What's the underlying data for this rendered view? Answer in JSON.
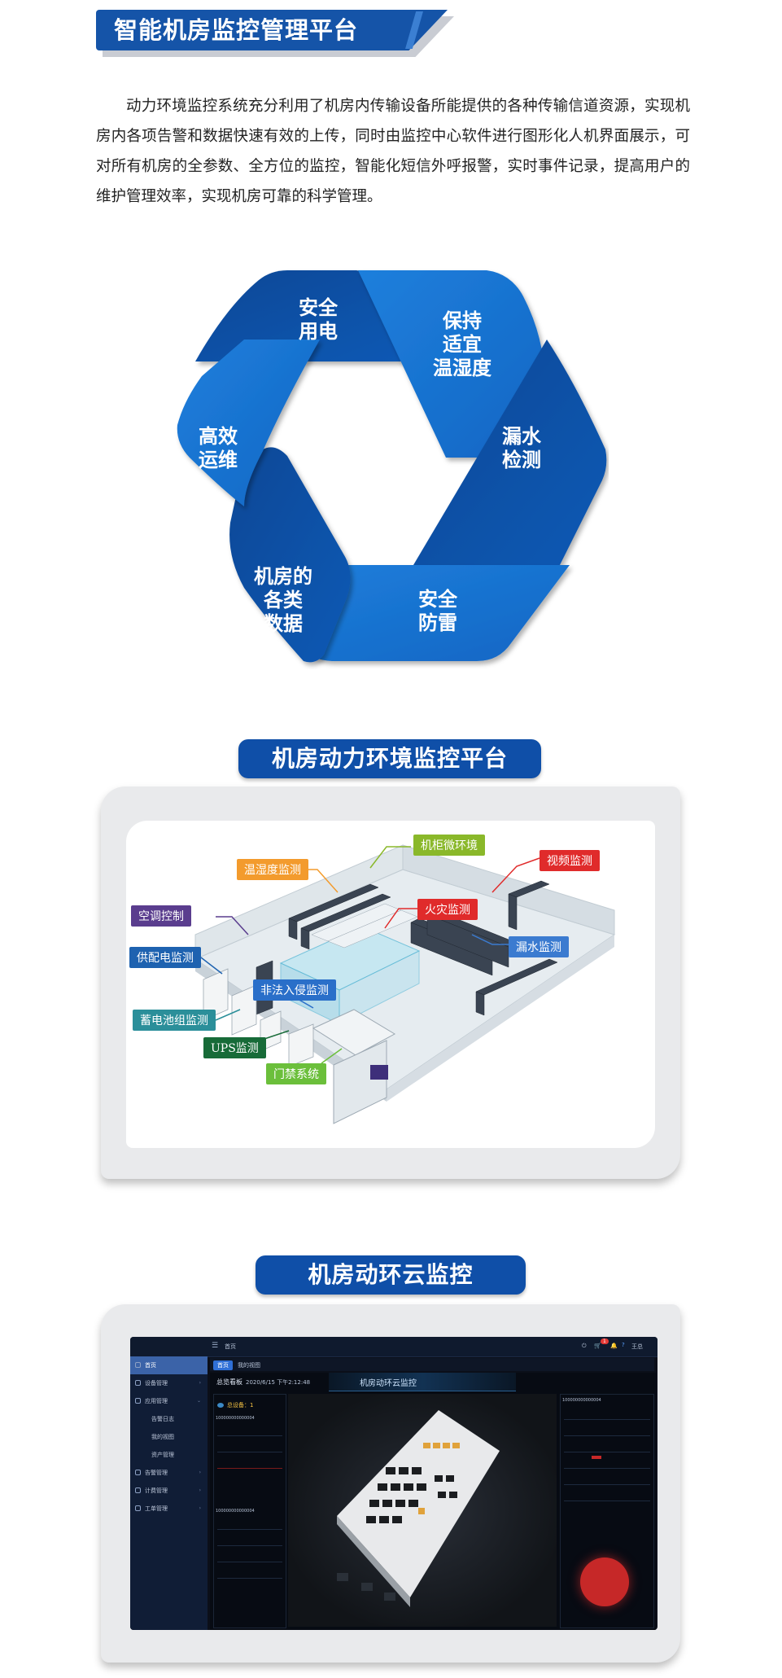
{
  "section1": {
    "title": "智能机房监控管理平台",
    "intro": "动力环境监控系统充分利用了机房内传输设备所能提供的各种传输信道资源，实现机房内各项告警和数据快速有效的上传，同时由监控中心软件进行图形化人机界面展示，可对所有机房的全参数、全方位的监控，智能化短信外呼报警，实时事件记录，提高用户的维护管理效率，实现机房可靠的科学管理。"
  },
  "cycle": {
    "segments": [
      {
        "label_lines": [
          "安全",
          "用电"
        ]
      },
      {
        "label_lines": [
          "保持",
          "适宜",
          "温湿度"
        ]
      },
      {
        "label_lines": [
          "漏水",
          "检测"
        ]
      },
      {
        "label_lines": [
          "安全",
          "防雷"
        ]
      },
      {
        "label_lines": [
          "机房的",
          "各类",
          "数据"
        ]
      },
      {
        "label_lines": [
          "高效",
          "运维"
        ]
      }
    ],
    "colors": {
      "dark": "#0d4d9e",
      "mid": "#1565c0",
      "light": "#1e88e5"
    }
  },
  "section2": {
    "title": "机房动力环境监控平台",
    "labels": {
      "cabinet": "机柜微环境",
      "video": "视频监测",
      "temp": "温湿度监测",
      "fire": "火灾监测",
      "ac": "空调控制",
      "leak": "漏水监测",
      "power": "供配电监测",
      "intrusion": "非法入侵监测",
      "battery": "蓄电池组监测",
      "ups": "UPS监测",
      "access": "门禁系统"
    }
  },
  "section3": {
    "title": "机房动环云监控",
    "dashboard": {
      "top_title": "首页",
      "user": "王总",
      "badge": "1",
      "tab_home": "首页",
      "tab_views": "我的视图",
      "sidebar": [
        "首页",
        "设备管理",
        "应用管理",
        "告警日志",
        "我的视图",
        "资产管理",
        "告警管理",
        "计费管理",
        "工单管理"
      ],
      "board_label": "总览看板",
      "datetime": "2020/6/15 下午2:12:48",
      "center_title": "机房动环云监控",
      "device_label": "总设备：1",
      "chart_axis_label": "100000000000004"
    }
  }
}
